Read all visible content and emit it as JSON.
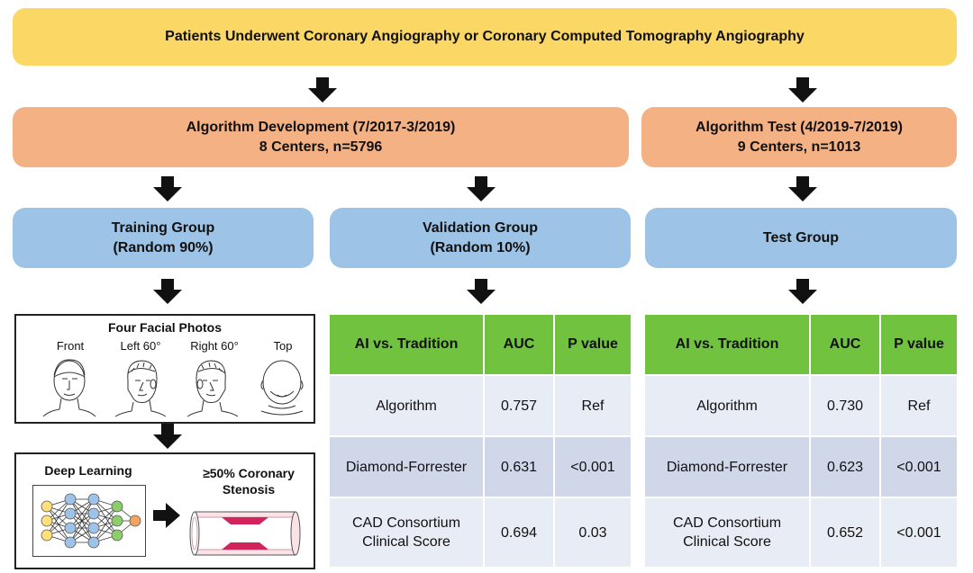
{
  "top_box": "Patients Underwent Coronary Angiography or Coronary Computed Tomography Angiography",
  "development": {
    "title": "Algorithm Development (7/2017-3/2019)",
    "sub": "8 Centers, n=5796"
  },
  "test": {
    "title": "Algorithm Test (4/2019-7/2019)",
    "sub": "9 Centers, n=1013"
  },
  "training": {
    "title": "Training Group",
    "sub": "(Random 90%)"
  },
  "validation": {
    "title": "Validation Group",
    "sub": "(Random 10%)"
  },
  "test_group": {
    "title": "Test Group"
  },
  "photos": {
    "title": "Four Facial Photos",
    "labels": [
      "Front",
      "Left 60°",
      "Right 60°",
      "Top"
    ]
  },
  "deep_learning": {
    "title": "Deep Learning",
    "outcome_line1": "≥50% Coronary",
    "outcome_line2": "Stenosis"
  },
  "validation_table": {
    "headers": [
      "AI vs. Tradition",
      "AUC",
      "P value"
    ],
    "rows": [
      {
        "name1": "Algorithm",
        "name2": "",
        "auc": "0.757",
        "p": "Ref"
      },
      {
        "name1": "Diamond-Forrester",
        "name2": "",
        "auc": "0.631",
        "p": "<0.001"
      },
      {
        "name1": "CAD Consortium",
        "name2": "Clinical Score",
        "auc": "0.694",
        "p": "0.03"
      }
    ]
  },
  "test_table": {
    "headers": [
      "AI vs. Tradition",
      "AUC",
      "P value"
    ],
    "rows": [
      {
        "name1": "Algorithm",
        "name2": "",
        "auc": "0.730",
        "p": "Ref"
      },
      {
        "name1": "Diamond-Forrester",
        "name2": "",
        "auc": "0.623",
        "p": "<0.001"
      },
      {
        "name1": "CAD Consortium",
        "name2": "Clinical Score",
        "auc": "0.652",
        "p": "<0.001"
      }
    ]
  },
  "colors": {
    "yellow": "#fbd766",
    "orange": "#f4b183",
    "blue": "#9dc3e6",
    "table_header": "#70c23f",
    "row_dark": "#cfd7e9",
    "row_light": "#e8ecf5"
  }
}
